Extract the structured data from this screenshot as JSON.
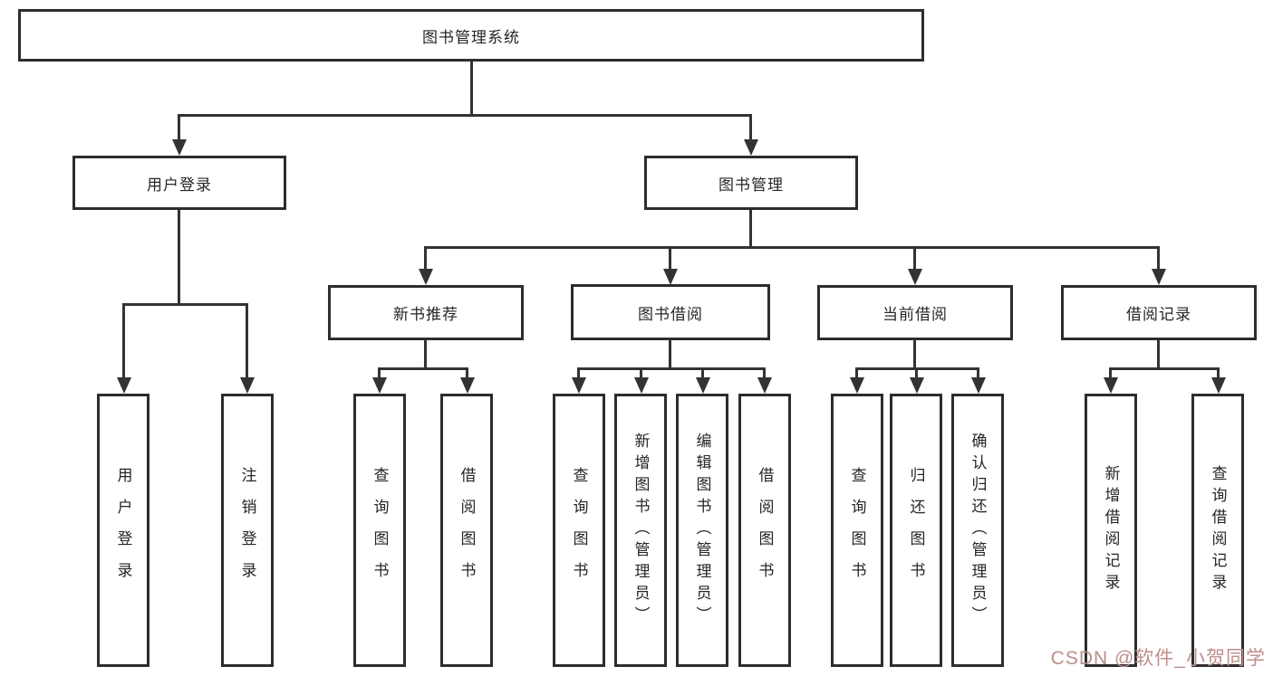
{
  "diagram": {
    "root": {
      "label": "图书管理系统"
    },
    "branches": [
      {
        "label": "用户登录",
        "children": [
          {
            "label": "用户登录"
          },
          {
            "label": "注销登录"
          }
        ]
      },
      {
        "label": "图书管理",
        "children": [
          {
            "label": "新书推荐",
            "children": [
              {
                "label": "查询图书"
              },
              {
                "label": "借阅图书"
              }
            ]
          },
          {
            "label": "图书借阅",
            "children": [
              {
                "label": "查询图书"
              },
              {
                "label": "新增图书（管理员）"
              },
              {
                "label": "编辑图书（管理员）"
              },
              {
                "label": "借阅图书"
              }
            ]
          },
          {
            "label": "当前借阅",
            "children": [
              {
                "label": "查询图书"
              },
              {
                "label": "归还图书"
              },
              {
                "label": "确认归还（管理员）"
              }
            ]
          },
          {
            "label": "借阅记录",
            "children": [
              {
                "label": "新增借阅记录"
              },
              {
                "label": "查询借阅记录"
              }
            ]
          }
        ]
      }
    ],
    "line_color": "#333333",
    "box_border_color": "#2d2d2d"
  },
  "watermark": {
    "text": "CSDN @软件_小贺同学",
    "color": "#bc8e8a"
  }
}
